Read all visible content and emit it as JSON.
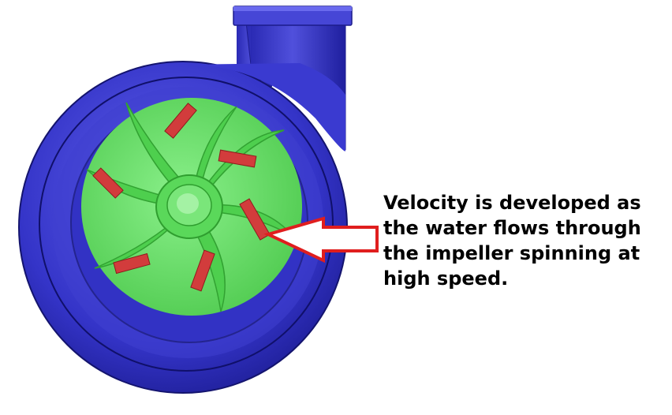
{
  "annotation": {
    "lines": [
      "Velocity is developed as",
      "the water flows through",
      "the impeller spinning at",
      "high speed."
    ]
  },
  "colors": {
    "casing": "#3434c8",
    "casing_light": "#5a5ae6",
    "casing_dark": "#1c1c8c",
    "impeller": "#6ee46e",
    "impeller_dark": "#3fb43f",
    "vane_marker": "#d23c3c",
    "arrow": "#e01e1e",
    "text": "#000000"
  },
  "icons": {
    "arrow": "left-pointing-outline-arrow"
  }
}
